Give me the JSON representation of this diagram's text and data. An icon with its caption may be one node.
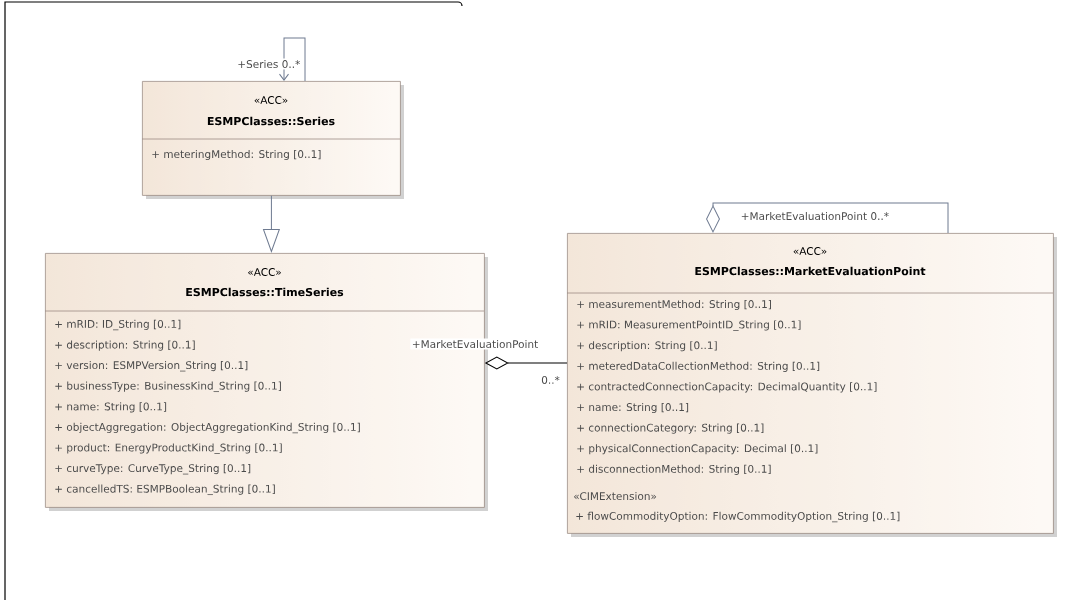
{
  "diagram": {
    "nodes": [
      {
        "text": [
          "«ACC»",
          "ESMPClasses::Series",
          "+ meteringMethod: String [0..1]"
        ]
      },
      {
        "text": [
          "«ACC»",
          "ESMPClasses::TimeSeries",
          "+ mRID: ID_String [0..1]",
          "+ description: String [0..1]",
          "+ version: ESMPVersion_String [0..1]",
          "+ businessType: BusinessKind_String [0..1]",
          "+ name: String [0..1]",
          "+ objectAggregation: ObjectAggregationKind_String [0..1]",
          "+ product: EnergyProductKind_String [0..1]",
          "+ curveType: CurveType_String [0..1]",
          "+ cancelledTS: ESMPBoolean_String [0..1]"
        ]
      },
      {
        "text": [
          "«ACC»",
          "ESMPClasses::MarketEvaluationPoint",
          "+ measurementMethod: String [0..1]",
          "+ mRID: MeasurementPointID_String [0..1]",
          "+ description: String [0..1]",
          "+ meteredDataCollectionMethod: String [0..1]",
          "+ contractedConnectionCapacity: DecimalQuantity [0..1]",
          "+ name: String [0..1]",
          "+ connectionCategory: String [0..1]",
          "+ physicalConnectionCapacity: Decimal [0..1]",
          "+ disconnectionMethod: String [0..1]",
          "«CIMExtension»",
          "+ flowCommodityOption: FlowCommodityOption_String [0..1]"
        ]
      }
    ],
    "edges": [
      {
        "from": 0,
        "to": 0,
        "arrow": "to",
        "label": "+Series 0..*"
      },
      {
        "from": 0,
        "to": 1,
        "arrow": "to"
      },
      {
        "from": 1,
        "to": 2,
        "arrow": "other",
        "label": "+MarketEvaluationPoint",
        "color": "#000000"
      },
      {
        "from": 2,
        "to": 2,
        "arrow": "other",
        "label": "+MarketEvaluationPoint 0..*"
      }
    ],
    "labels": [
      "0..*"
    ]
  }
}
